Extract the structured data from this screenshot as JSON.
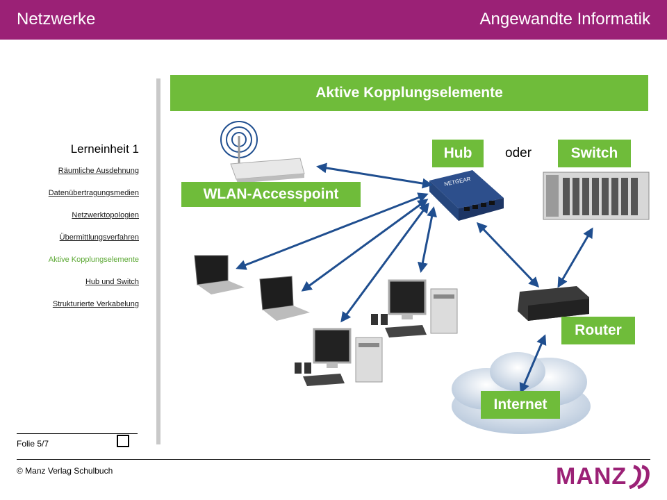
{
  "header": {
    "left_title": "Netzwerke",
    "right_title": "Angewandte Informatik"
  },
  "sidebar": {
    "unit_title": "Lerneinheit 1",
    "items": [
      {
        "label": "Räumliche Ausdehnung",
        "active": false
      },
      {
        "label": "Datenübertragungsmedien",
        "active": false
      },
      {
        "label": "Netzwerktopologien",
        "active": false
      },
      {
        "label": "Übermittlungsverfahren",
        "active": false
      },
      {
        "label": "Aktive Kopplungselemente",
        "active": true
      },
      {
        "label": "Hub und Switch",
        "active": false
      },
      {
        "label": "Strukturierte Verkabelung",
        "active": false
      }
    ]
  },
  "main": {
    "title": "Aktive Kopplungselemente",
    "labels": {
      "wlan": "WLAN-Accesspoint",
      "hub": "Hub",
      "oder": "oder",
      "switch": "Switch",
      "router": "Router",
      "internet": "Internet"
    },
    "device_brand": "NETGEAR"
  },
  "footer": {
    "slide": "Folie 5/7",
    "copyright": "© Manz Verlag Schulbuch",
    "logo_text": "MANZ"
  },
  "colors": {
    "header": "#9b2176",
    "accent_green": "#6fbc3a",
    "arrow_blue": "#1f4e8f",
    "logo": "#9b2176"
  }
}
